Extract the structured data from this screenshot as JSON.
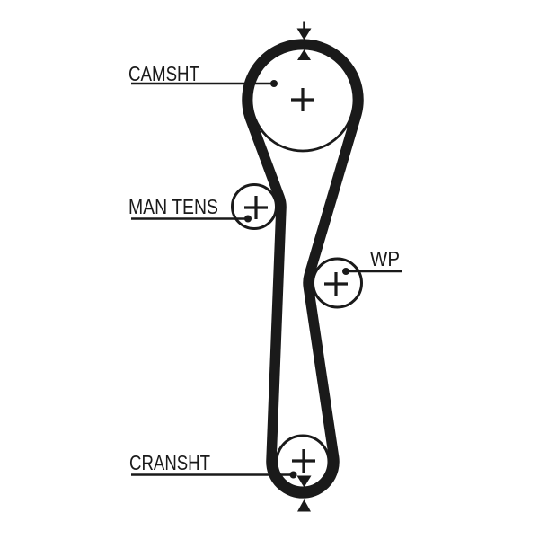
{
  "diagram": {
    "type": "timing-belt-routing-diagram",
    "background_color": "#ffffff",
    "ink_color": "#1a1a1a",
    "labels": {
      "camshaft": "CAMSHT",
      "manual_tensioner": "MAN TENS",
      "water_pump": "WP",
      "crankshaft": "CRANSHT"
    },
    "components": [
      {
        "id": "camshaft",
        "label": "CAMSHT",
        "center_marker": "plus-cross",
        "alignment_marks": "triangle-pair-top"
      },
      {
        "id": "manual_tensioner",
        "label": "MAN TENS",
        "center_marker": "plus-cross"
      },
      {
        "id": "water_pump",
        "label": "WP",
        "center_marker": "plus-cross"
      },
      {
        "id": "crankshaft",
        "label": "CRANSHT",
        "center_marker": "plus-cross",
        "alignment_marks": "triangle-pair-bottom"
      }
    ],
    "icons": {
      "alignment_mark_down": "triangle-down",
      "alignment_mark_up": "triangle-up",
      "pulley_center": "plus-cross",
      "leader_end": "filled-dot"
    }
  }
}
